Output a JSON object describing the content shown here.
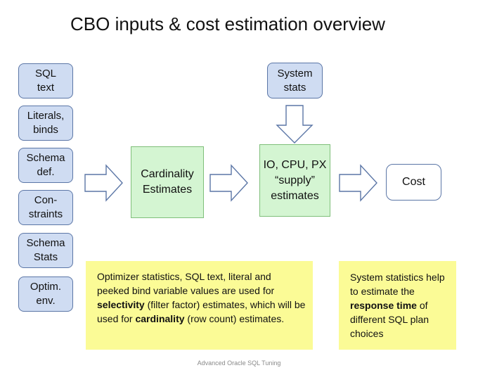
{
  "title": "CBO inputs & cost estimation overview",
  "inputs": [
    {
      "label": "SQL\ntext"
    },
    {
      "label": "Literals,\nbinds"
    },
    {
      "label": "Schema\ndef."
    },
    {
      "label": "Con-\nstraints"
    },
    {
      "label": "Schema\nStats"
    },
    {
      "label": "Optim.\nenv."
    }
  ],
  "system_stats": "System\nstats",
  "cardinality": "Cardinality\nEstimates",
  "supply": "IO, CPU, PX\n“supply”\nestimates",
  "cost": "Cost",
  "note_left": {
    "t1": "Optimizer statistics, SQL text, literal and peeked bind variable values are used for ",
    "b1": "selectivity",
    "t2": " (filter factor) estimates, which will be used for ",
    "b2": "cardinality",
    "t3": " (row count) estimates."
  },
  "note_right": {
    "t1": "System statistics help to estimate the ",
    "b1": "response time",
    "t2": " of different SQL plan choices"
  },
  "footer": "Advanced Oracle SQL Tuning",
  "colors": {
    "input_fill": "#cfdcf2",
    "input_border": "#5b76a6",
    "estimate_fill": "#d4f5d2",
    "estimate_border": "#7fbf7a",
    "note_fill": "#fbfb96"
  }
}
